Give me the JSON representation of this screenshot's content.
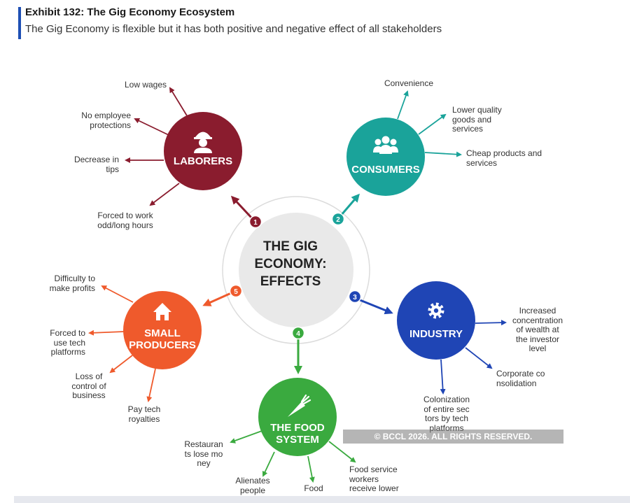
{
  "header": {
    "title": "Exhibit 132: The Gig Economy Ecosystem",
    "subtitle": "The Gig Economy is flexible but it has both positive and negative effect of all stakeholders",
    "accent_color": "#1e4fb4"
  },
  "hub": {
    "title": "THE GIG ECONOMY: EFFECTS"
  },
  "nodes": [
    {
      "number": "1",
      "name": "LABORERS",
      "color": "#8a1c2e",
      "icon": "worker-icon",
      "effects": [
        "Low wages",
        "No employee protections",
        "Decrease in tips",
        "Forced to work odd/long hours"
      ]
    },
    {
      "number": "2",
      "name": "CONSUMERS",
      "color": "#1aa39a",
      "icon": "people-group-icon",
      "effects": [
        "Convenience",
        "Lower quality goods and services",
        "Cheap products and services"
      ]
    },
    {
      "number": "3",
      "name": "INDUSTRY",
      "color": "#1f45b5",
      "icon": "gear-icon",
      "effects": [
        "Increased concentration of wealth at the investor level",
        "Corporate consolidation",
        "Colonization of entire sectors by tech platforms"
      ]
    },
    {
      "number": "4",
      "name": "THE FOOD SYSTEM",
      "color": "#3aaa3f",
      "icon": "carrot-icon",
      "effects": [
        "Restaurants lose money",
        "Alienates people",
        "Food",
        "Food service workers receive lower"
      ]
    },
    {
      "number": "5",
      "name": "SMALL PRODUCERS",
      "color": "#ef5a2c",
      "icon": "house-icon",
      "effects": [
        "Difficulty to make profits",
        "Forced to use tech platforms",
        "Loss of control of business",
        "Pay tech royalties"
      ]
    }
  ],
  "watermark": "© BCCL 2026. ALL RIGHTS RESERVED."
}
